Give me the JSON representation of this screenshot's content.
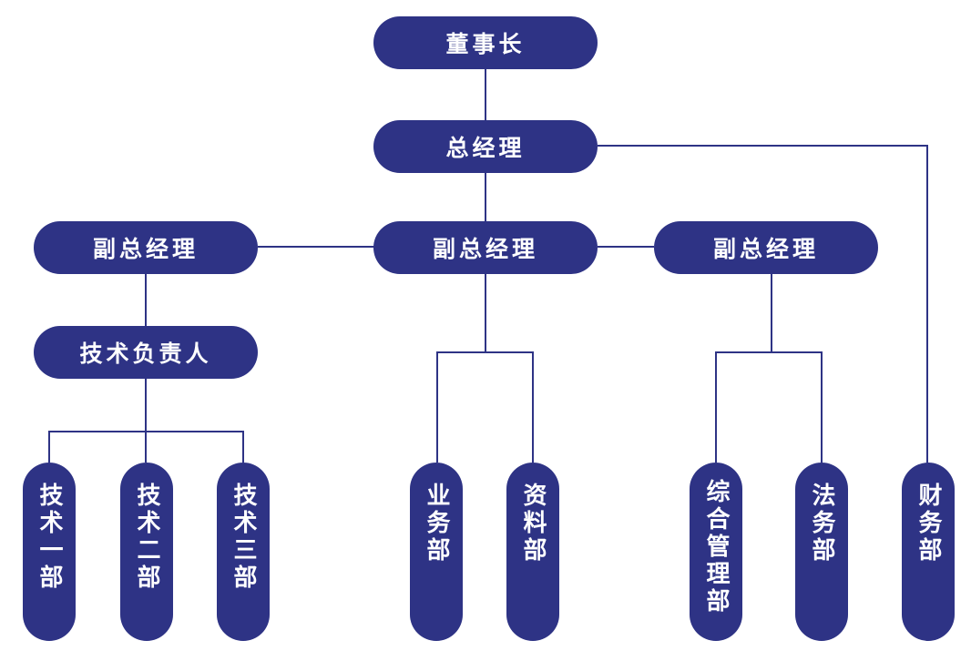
{
  "colors": {
    "node_fill": "#2e3385",
    "line": "#2e3385",
    "text": "#ffffff"
  },
  "nodes": {
    "chairman": "董事长",
    "general_manager": "总经理",
    "deputy_gm_left": "副总经理",
    "deputy_gm_center": "副总经理",
    "deputy_gm_right": "副总经理",
    "tech_lead": "技术负责人",
    "tech_dept_1": "技术一部",
    "tech_dept_2": "技术二部",
    "tech_dept_3": "技术三部",
    "business_dept": "业务部",
    "data_dept": "资料部",
    "admin_dept": "综合管理部",
    "legal_dept": "法务部",
    "finance_dept": "财务部"
  },
  "edges": [
    [
      "chairman",
      "general_manager"
    ],
    [
      "general_manager",
      "deputy_gm_center"
    ],
    [
      "general_manager",
      "finance_dept"
    ],
    [
      "deputy_gm_center",
      "deputy_gm_left"
    ],
    [
      "deputy_gm_center",
      "deputy_gm_right"
    ],
    [
      "deputy_gm_left",
      "tech_lead"
    ],
    [
      "tech_lead",
      "tech_dept_1"
    ],
    [
      "tech_lead",
      "tech_dept_2"
    ],
    [
      "tech_lead",
      "tech_dept_3"
    ],
    [
      "deputy_gm_center",
      "business_dept"
    ],
    [
      "deputy_gm_center",
      "data_dept"
    ],
    [
      "deputy_gm_right",
      "admin_dept"
    ],
    [
      "deputy_gm_right",
      "legal_dept"
    ]
  ]
}
